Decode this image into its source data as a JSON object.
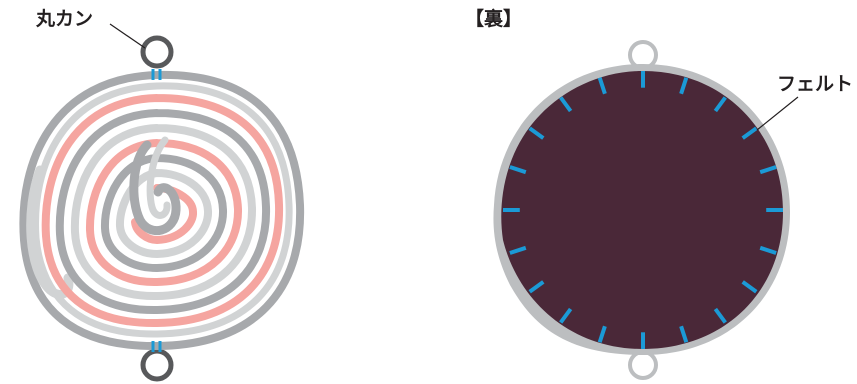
{
  "labels": {
    "jump_ring": "丸カン",
    "back": "【裏】",
    "felt": "フェルト"
  },
  "colors": {
    "gray_dark": "#a7a9ac",
    "gray_light": "#d1d3d4",
    "pink": "#f5a5a0",
    "ring_dark": "#58595b",
    "ring_light": "#bcbec0",
    "felt": "#4a2838",
    "stitch": "#1b9ad6",
    "text": "#231f20"
  },
  "front_spiral_colors": [
    "gray_dark",
    "pink",
    "gray_light",
    "gray_dark",
    "pink",
    "gray_light"
  ],
  "back_stitch_count": 20
}
